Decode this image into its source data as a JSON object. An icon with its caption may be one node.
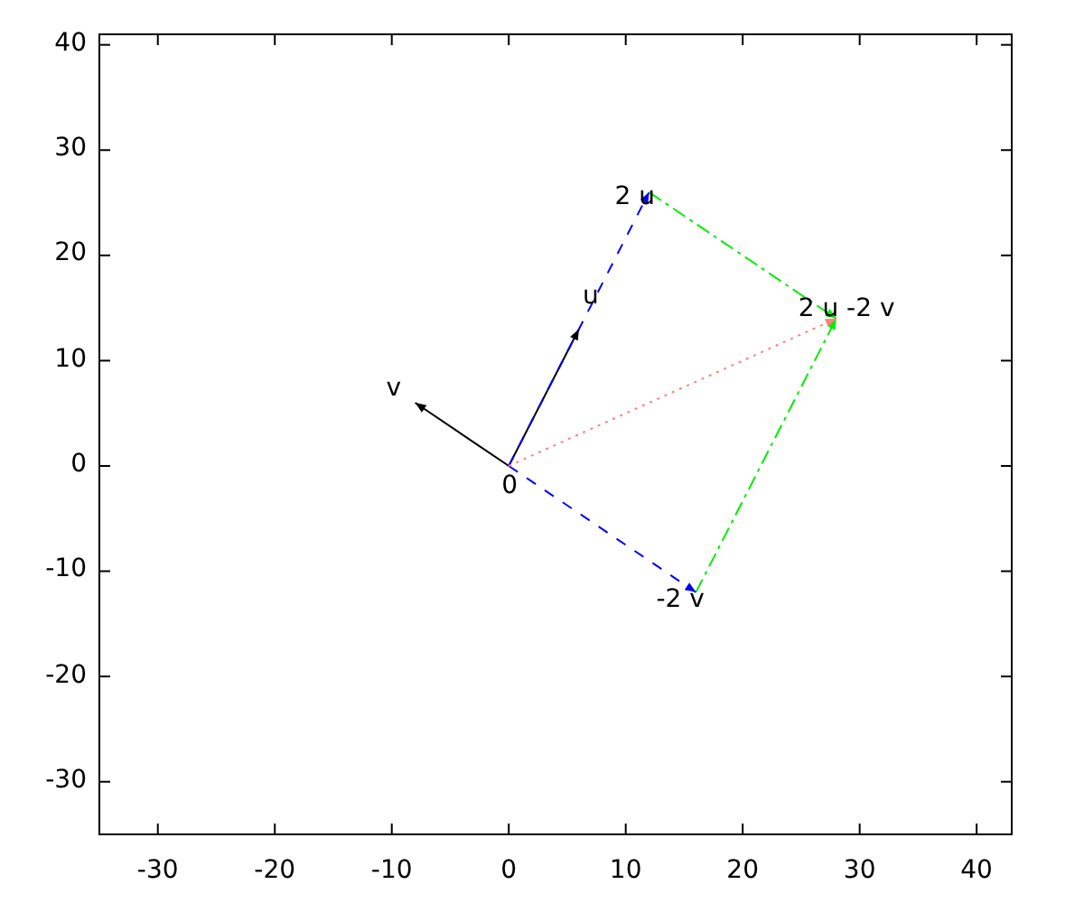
{
  "diagram": {
    "nodes": [
      {
        "text": [
          "0"
        ]
      },
      {
        "text": [
          "u"
        ]
      },
      {
        "text": [
          "v"
        ]
      },
      {
        "text": [
          "2 u"
        ]
      },
      {
        "text": [
          "-2 v"
        ]
      },
      {
        "text": [
          "2 u -2 v"
        ]
      }
    ],
    "edges": [
      {
        "from": 0,
        "to": 1,
        "arrow": "to"
      },
      {
        "from": 0,
        "to": 2,
        "arrow": "to"
      },
      {
        "from": 0,
        "to": 3,
        "arrow": "to",
        "style": "dashed",
        "color": "#0000ff"
      },
      {
        "from": 0,
        "to": 4,
        "arrow": "to",
        "style": "dashed",
        "color": "#0000ff"
      },
      {
        "from": 3,
        "to": 5,
        "arrow": "to",
        "style": "dashed",
        "color": "#00ee00"
      },
      {
        "from": 4,
        "to": 5,
        "arrow": "to",
        "style": "dashed",
        "color": "#00ee00"
      },
      {
        "from": 0,
        "to": 5,
        "arrow": "to",
        "style": "dashed",
        "color": "#ff8080"
      }
    ],
    "labels": [
      "40",
      "30",
      "20",
      "10",
      "0",
      "-10",
      "-20",
      "-30",
      "-30",
      "-20",
      "-10",
      "0",
      "10",
      "20",
      "30",
      "40"
    ]
  }
}
